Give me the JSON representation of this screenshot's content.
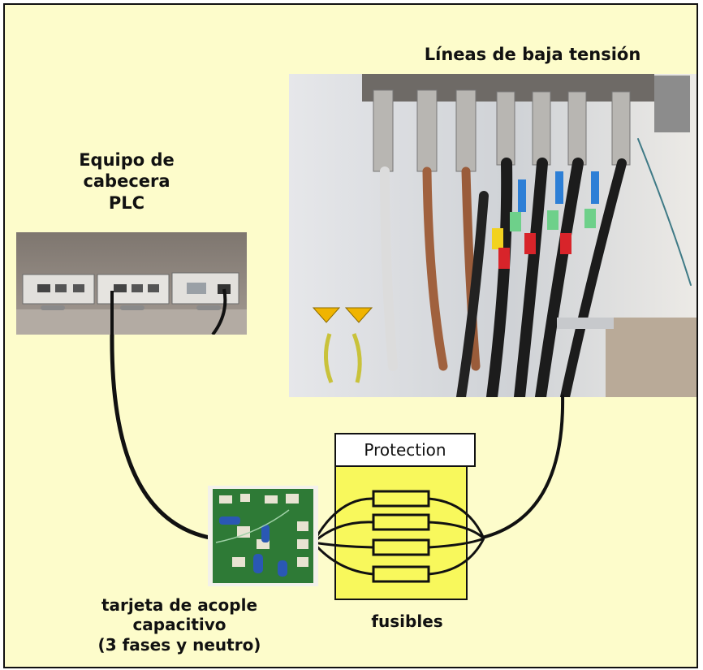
{
  "labels": {
    "lines": "Líneas de baja tensión",
    "head_line1": "Equipo de",
    "head_line2": "cabecera",
    "head_line3": "PLC",
    "protection": "Protection",
    "fuses": "fusibles",
    "card_line1": "tarjeta de acople",
    "card_line2": "capacitivo",
    "card_line3": "(3 fases y neutro)"
  },
  "colors": {
    "background": "#fdfccb",
    "fuse_panel": "#f8f85c",
    "pcb": "#2e7a36",
    "cable": "#111111"
  },
  "photos": {
    "plc_head": "PLC head-end rack with three modules",
    "lv_panel": "Low voltage distribution panel with cables",
    "coupler_card": "Capacitive coupler circuit board"
  }
}
